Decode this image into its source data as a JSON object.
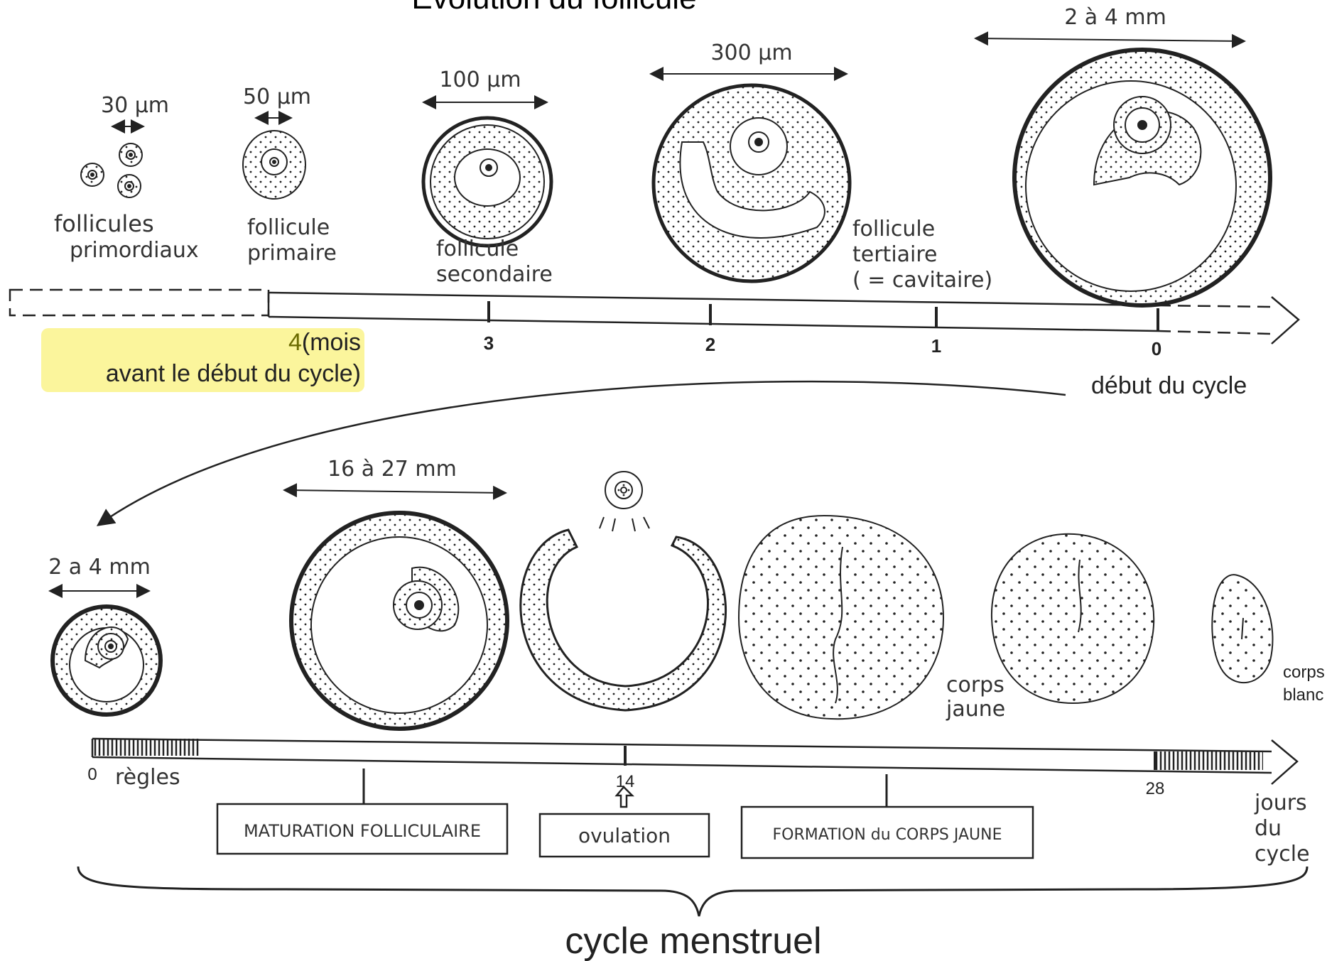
{
  "title": "Évolution du follicule",
  "top_row": {
    "stages": [
      {
        "size": "30 μm",
        "label_line1": "follicules",
        "label_line2": "primordiaux"
      },
      {
        "size": "50 μm",
        "label_line1": "follicule",
        "label_line2": "primaire"
      },
      {
        "size": "100 μm",
        "label_line1": "follicule",
        "label_line2": "secondaire"
      },
      {
        "size": "300 μm",
        "label_line1": "follicule",
        "label_line2": "tertiaire",
        "label_line3": "( = cavitaire)"
      },
      {
        "size": "2 à 4 mm"
      }
    ],
    "ticks": [
      "4",
      "3",
      "2",
      "1",
      "0"
    ],
    "months_note_num": "4",
    "months_note_rest": "(mois",
    "months_note_line2": "avant le début du cycle)",
    "cycle_start": "début du cycle"
  },
  "bottom_row": {
    "size_small": "2 a 4 mm",
    "size_large": "16 à 27 mm",
    "corps_jaune": [
      "corps",
      "jaune"
    ],
    "corps_blanc": [
      "corps",
      "blanc"
    ],
    "ticks": [
      "0",
      "14",
      "28"
    ],
    "regles": "règles",
    "axis_unit": [
      "jours",
      "du",
      "cycle"
    ],
    "boxes": [
      "MATURATION FOLLICULAIRE",
      "ovulation",
      "FORMATION du CORPS JAUNE"
    ],
    "brace_label": "cycle menstruel"
  },
  "colors": {
    "highlight": "#fbf59c",
    "ink": "#222222"
  }
}
